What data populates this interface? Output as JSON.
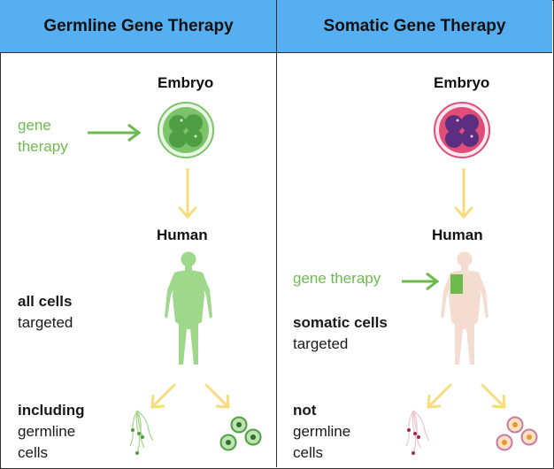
{
  "left": {
    "title": "Germline Gene Therapy",
    "embryo_label": "Embryo",
    "human_label": "Human",
    "gene_therapy_line1": "gene",
    "gene_therapy_line2": "therapy",
    "targets_bold": "all cells",
    "targets_rest": "targeted",
    "germline_bold": "including",
    "germline_line2": "germline",
    "germline_line3": "cells"
  },
  "right": {
    "title": "Somatic Gene Therapy",
    "embryo_label": "Embryo",
    "human_label": "Human",
    "gene_therapy": "gene therapy",
    "targets_bold": "somatic cells",
    "targets_rest": "targeted",
    "germline_bold": "not",
    "germline_line2": "germline",
    "germline_line3": "cells"
  },
  "colors": {
    "header": "#56aff0",
    "therapy_green": "#6dbb4e",
    "arrow_yellow": "#f7dc7e",
    "embryo_green": "#5fae52",
    "embryo_pink": "#e04d77",
    "embryo_purple": "#5b2e82",
    "human_green": "#9fd88a",
    "human_skin": "#f4ddd0"
  },
  "icons": [
    "embryo-green-icon",
    "embryo-pink-icon",
    "human-figure-green-icon",
    "human-figure-skin-icon",
    "sperm-cells-icon",
    "egg-cells-icon",
    "arrow-icon"
  ]
}
